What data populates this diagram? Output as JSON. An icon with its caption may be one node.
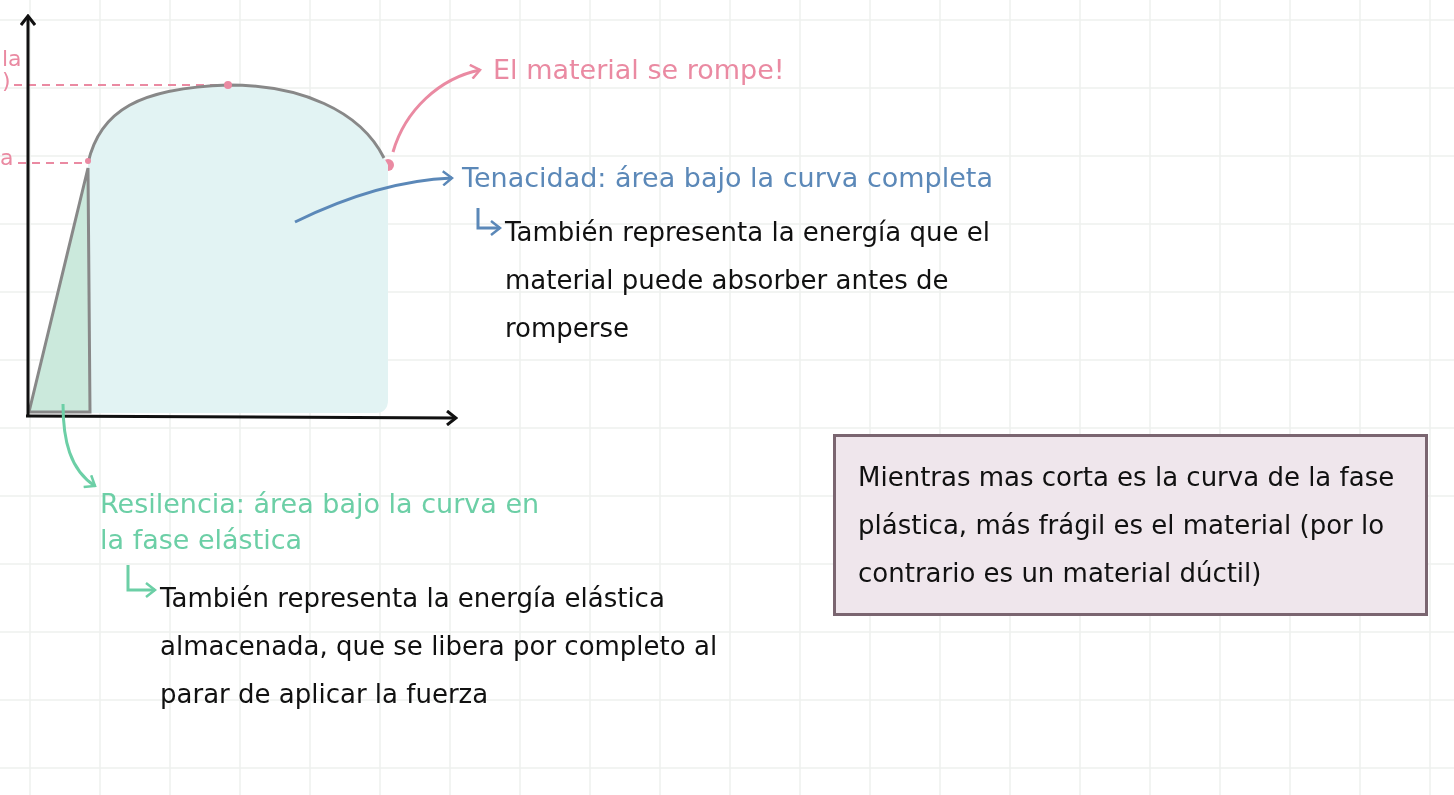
{
  "diagram": {
    "nodes": [
      {
        "text": [
          "El material se rompe!"
        ]
      },
      {
        "text": [
          "Tenacidad: área bajo la curva completa"
        ]
      },
      {
        "text": [
          "También representa la energía que el material puede absorber antes de romperse"
        ]
      },
      {
        "text": [
          "Resilencia: área bajo la curva en la fase elástica"
        ]
      },
      {
        "text": [
          "También representa la energía elástica almacenada, que se libera por completo al parar de aplicar la fuerza"
        ]
      },
      {
        "text": [
          "Mientras mas corta es la curva de la fase plástica, más frágil es el material (por lo contrario es un material dúctil)"
        ]
      },
      {
        "text": [],
        "shape": "circle"
      },
      {
        "text": [],
        "shape": "region"
      },
      {
        "text": [],
        "shape": "region"
      }
    ],
    "edges": [
      {
        "from": 6,
        "to": 0,
        "arrow": "to",
        "color": "#ea8aa2"
      },
      {
        "from": 7,
        "to": 1,
        "arrow": "to",
        "color": "#5b88b8"
      },
      {
        "from": 1,
        "to": 2,
        "arrow": "to",
        "color": "#5b88b8"
      },
      {
        "from": 8,
        "to": 3,
        "arrow": "to",
        "color": "#6ccfa6"
      },
      {
        "from": 3,
        "to": 4,
        "arrow": "to",
        "color": "#6ccfa6"
      }
    ],
    "labels": [
      "la",
      ")",
      "a"
    ]
  }
}
